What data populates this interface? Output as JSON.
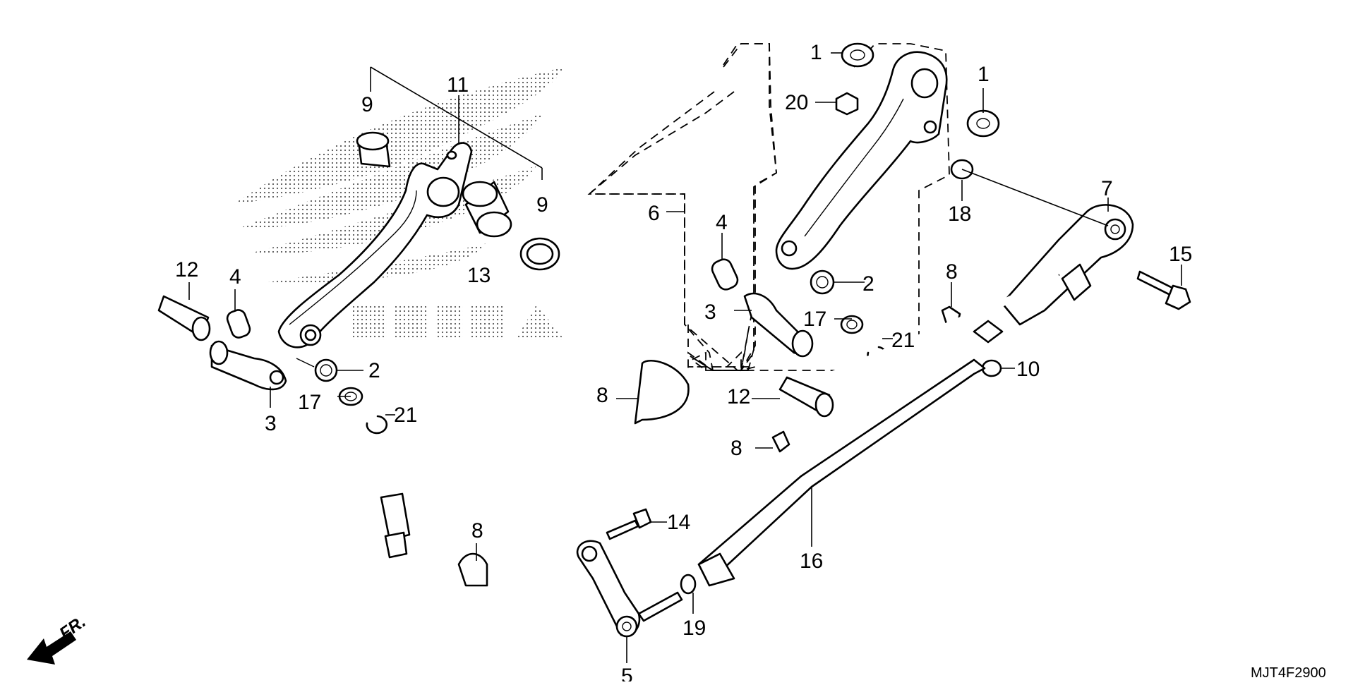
{
  "diagram": {
    "drawing_code": "MJT4F2900",
    "front_marker": "FR.",
    "callouts": [
      {
        "id": "c1a",
        "label": "1"
      },
      {
        "id": "c1b",
        "label": "1"
      },
      {
        "id": "c20",
        "label": "20"
      },
      {
        "id": "c9a",
        "label": "9"
      },
      {
        "id": "c11",
        "label": "11"
      },
      {
        "id": "c9b",
        "label": "9"
      },
      {
        "id": "c13",
        "label": "13"
      },
      {
        "id": "c12a",
        "label": "12"
      },
      {
        "id": "c4a",
        "label": "4"
      },
      {
        "id": "c2a",
        "label": "2"
      },
      {
        "id": "c3a",
        "label": "3"
      },
      {
        "id": "c17a",
        "label": "17"
      },
      {
        "id": "c21a",
        "label": "21"
      },
      {
        "id": "c6",
        "label": "6"
      },
      {
        "id": "c4b",
        "label": "4"
      },
      {
        "id": "c2b",
        "label": "2"
      },
      {
        "id": "c3b",
        "label": "3"
      },
      {
        "id": "c17b",
        "label": "17"
      },
      {
        "id": "c21b",
        "label": "21"
      },
      {
        "id": "c18",
        "label": "18"
      },
      {
        "id": "c7",
        "label": "7"
      },
      {
        "id": "c15",
        "label": "15"
      },
      {
        "id": "c8a",
        "label": "8"
      },
      {
        "id": "c10",
        "label": "10"
      },
      {
        "id": "c8b",
        "label": "8"
      },
      {
        "id": "c12b",
        "label": "12"
      },
      {
        "id": "c8c",
        "label": "8"
      },
      {
        "id": "c8d",
        "label": "8"
      },
      {
        "id": "c14",
        "label": "14"
      },
      {
        "id": "c16",
        "label": "16"
      },
      {
        "id": "c19",
        "label": "19"
      },
      {
        "id": "c5",
        "label": "5"
      }
    ]
  }
}
